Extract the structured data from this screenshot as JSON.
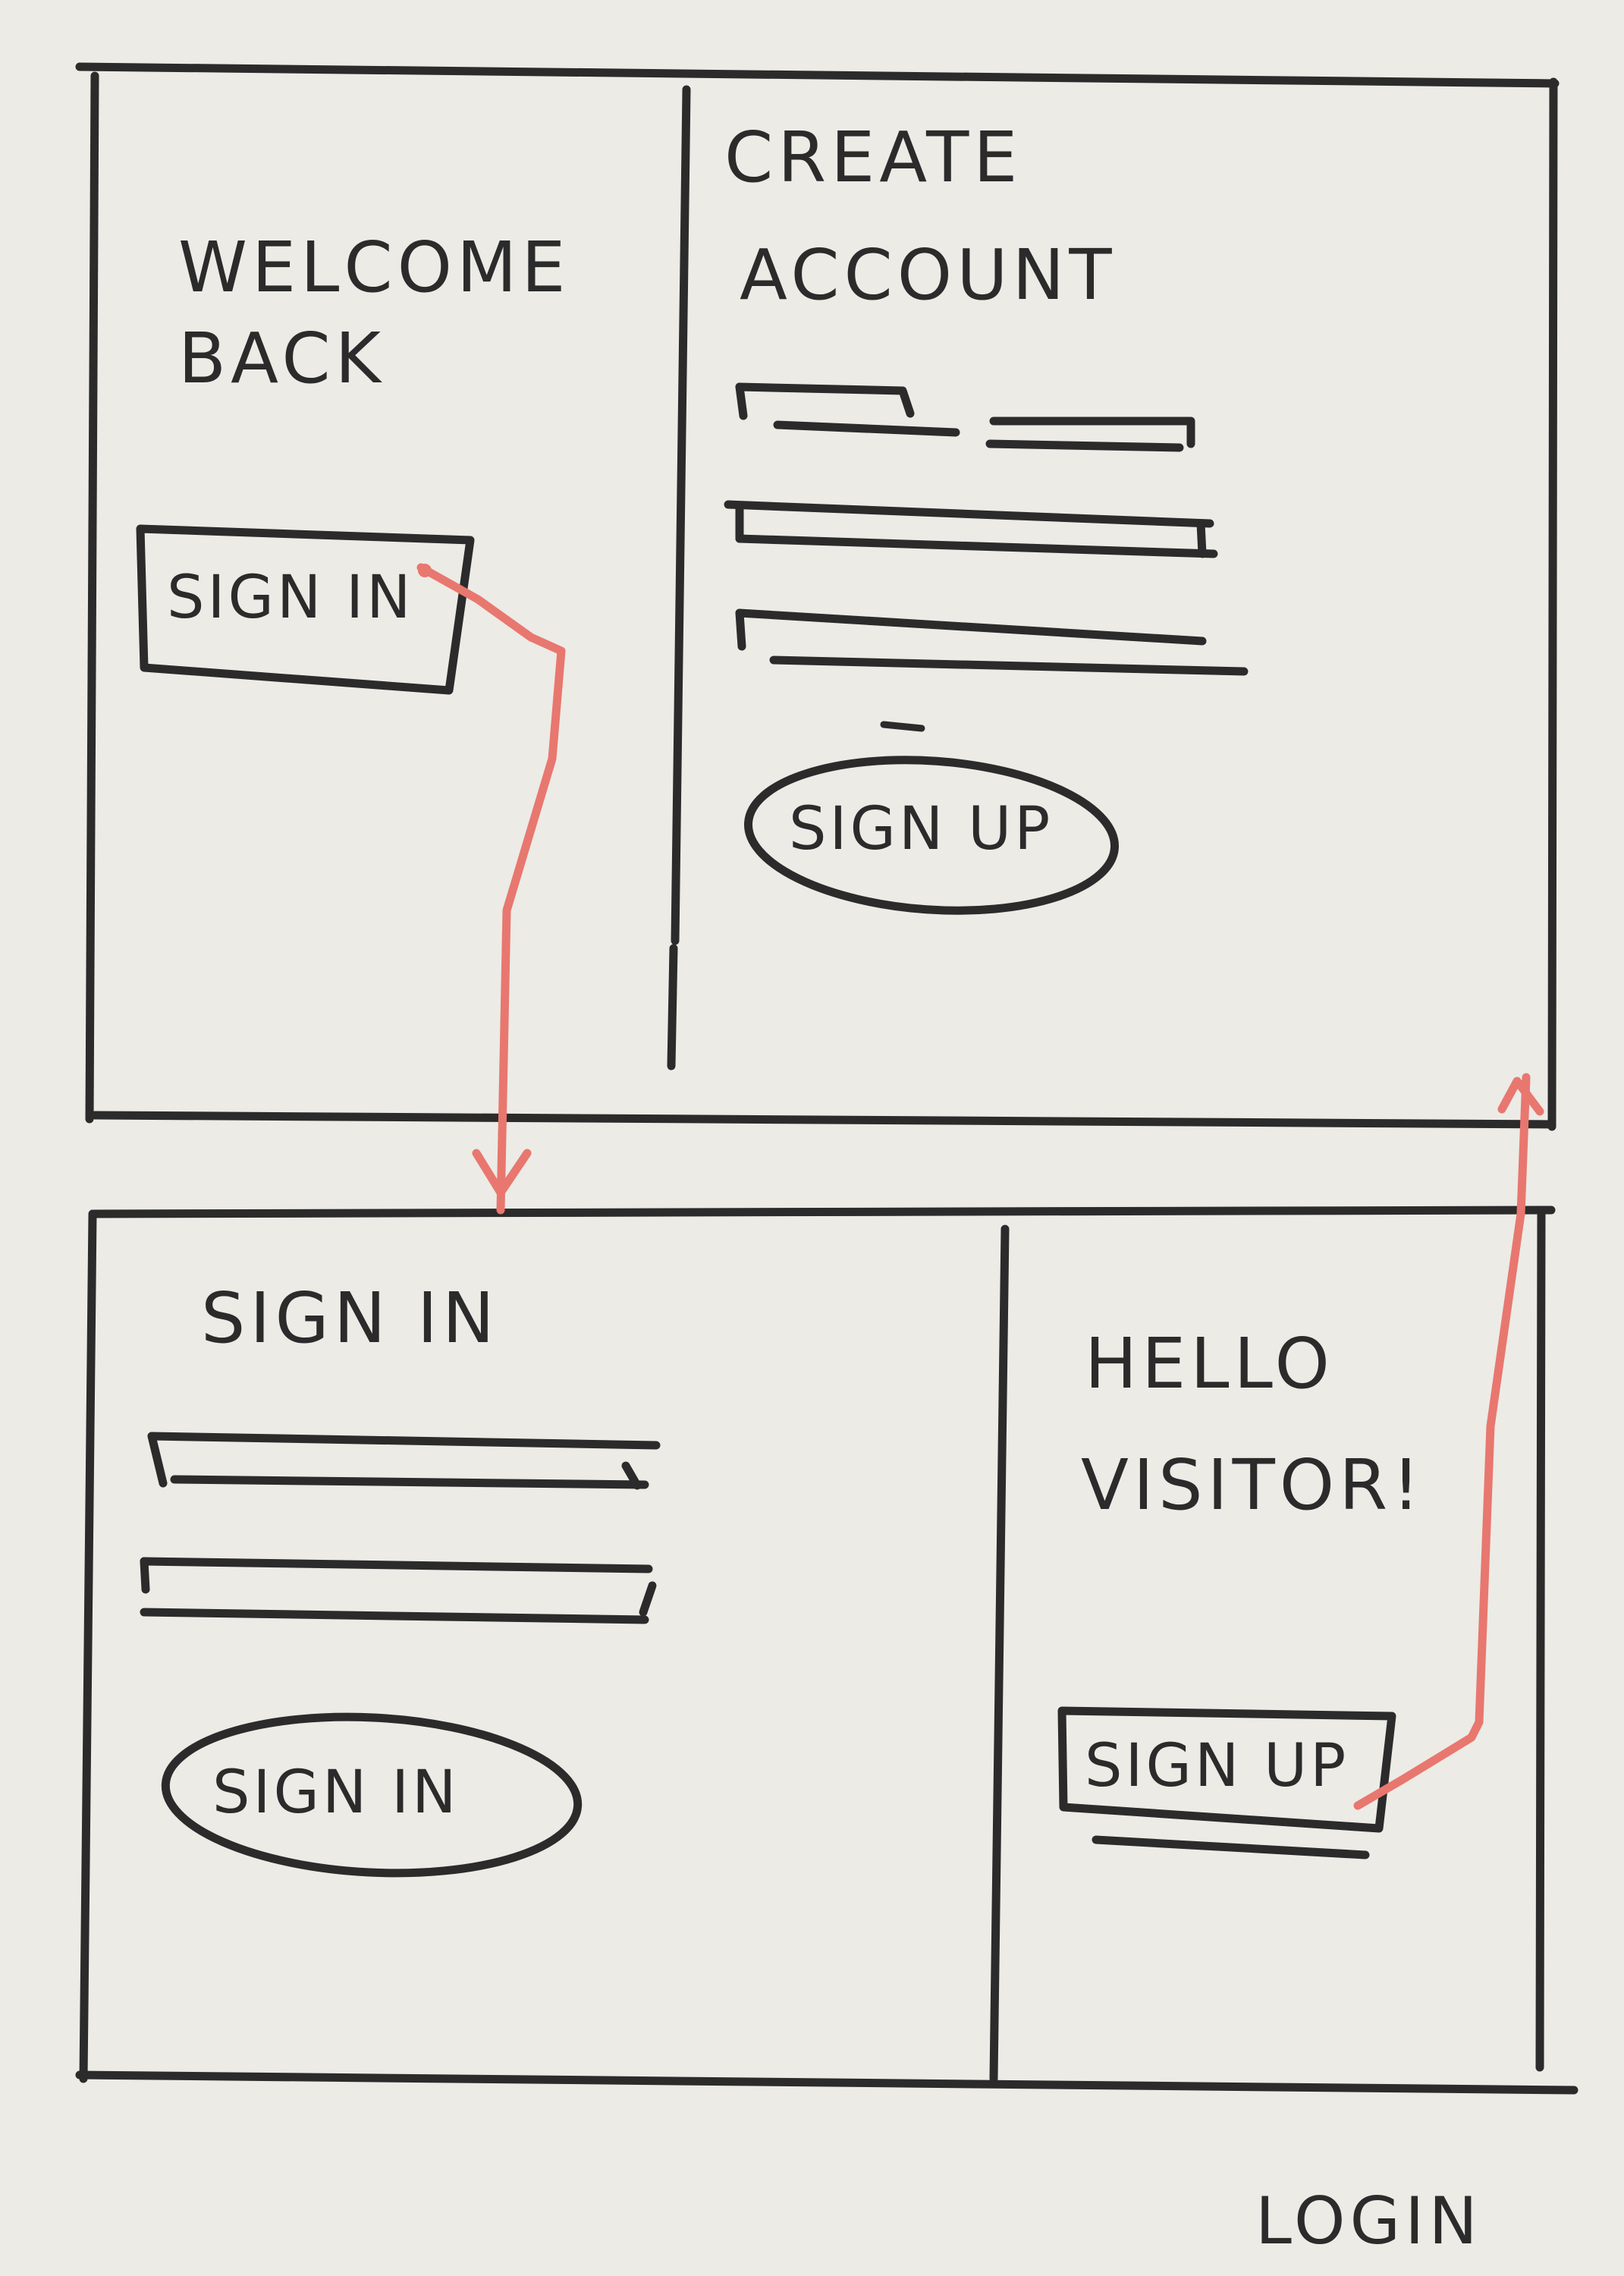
{
  "colors": {
    "paper": "#ecebe6",
    "ink": "#2b2b2b",
    "flow_arrow": "#e8776f"
  },
  "screens": {
    "welcome_back": {
      "heading_line1": "Welcome",
      "heading_line2": "Back",
      "button_label": "Sign In"
    },
    "create_account": {
      "heading_line1": "Create",
      "heading_line2": "Account",
      "button_label": "Sign Up"
    },
    "sign_in": {
      "heading": "Sign In",
      "button_label": "Sign In"
    },
    "hello_visitor": {
      "heading_line1": "Hello",
      "heading_line2": "Visitor!",
      "button_label": "Sign Up"
    }
  },
  "caption": "Login"
}
